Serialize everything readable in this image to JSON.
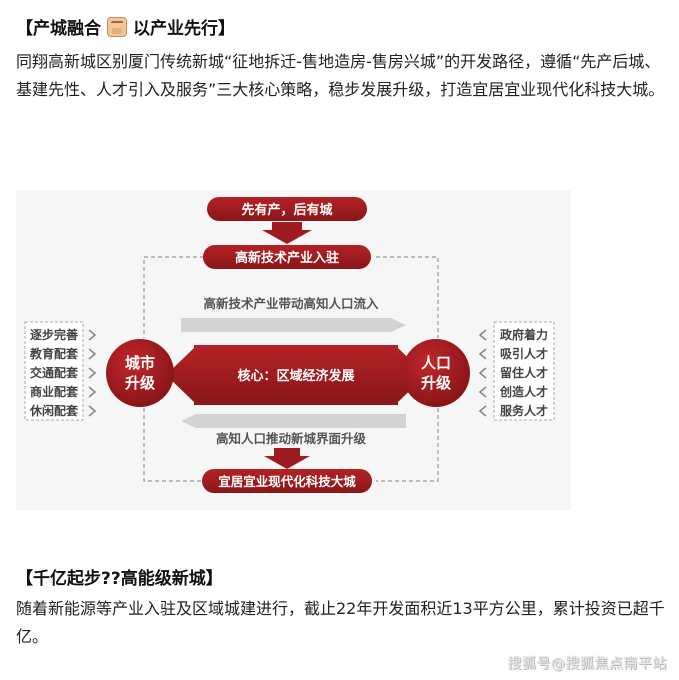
{
  "section1": {
    "heading_prefix": "【产城融合",
    "heading_suffix": "以产业先行】",
    "paragraph": "同翔高新城区别厦门传统新城“征地拆迁-售地造房-售房兴城”的开发路径，遵循“先产后城、基建先性、人才引入及服务”三大核心策略，稳步发展升级，打造宜居宜业现代化科技大城。"
  },
  "diagram": {
    "top_banner": "先有产，后有城",
    "second_banner": "高新技术产业入驻",
    "flow_text_top": "高新技术产业带动高知人口流入",
    "core": "核心：区域经济发展",
    "flow_text_bottom": "高知人口推动新城界面升级",
    "bottom_banner": "宜居宜业现代化科技大城",
    "left_circle_line1": "城市",
    "left_circle_line2": "升级",
    "right_circle_line1": "人口",
    "right_circle_line2": "升级",
    "left_items": [
      "逐步完善",
      "教育配套",
      "交通配套",
      "商业配套",
      "休闲配套"
    ],
    "right_items": [
      "政府着力",
      "吸引人才",
      "留住人才",
      "创造人才",
      "服务人才"
    ],
    "colors": {
      "accent": "#9e1c1f",
      "grey": "#d9d9d9",
      "background": "#f6f6f6"
    }
  },
  "section2": {
    "heading": "【千亿起步??高能级新城】",
    "paragraph": "随着新能源等产业入驻及区域城建进行，截止22年开发面积近13平方公里，累计投资已超千亿。"
  },
  "watermark": "搜狐号@搜狐焦点南平站"
}
